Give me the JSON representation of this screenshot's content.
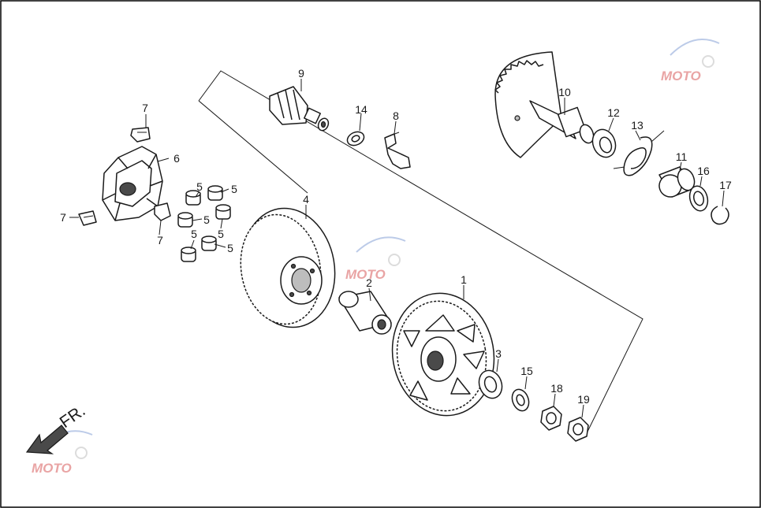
{
  "direction_label": "FR.",
  "watermark_text": "MOTO",
  "callouts": {
    "n1": "1",
    "n2": "2",
    "n3": "3",
    "n4": "4",
    "n5": "5",
    "n6": "6",
    "n7": "7",
    "n8": "8",
    "n9": "9",
    "n10": "10",
    "n11": "11",
    "n12": "12",
    "n13": "13",
    "n14": "14",
    "n15": "15",
    "n16": "16",
    "n17": "17",
    "n18": "18",
    "n19": "19"
  },
  "colors": {
    "line": "#1a1a1a",
    "watermark": "#d85a5a",
    "background": "#ffffff"
  }
}
